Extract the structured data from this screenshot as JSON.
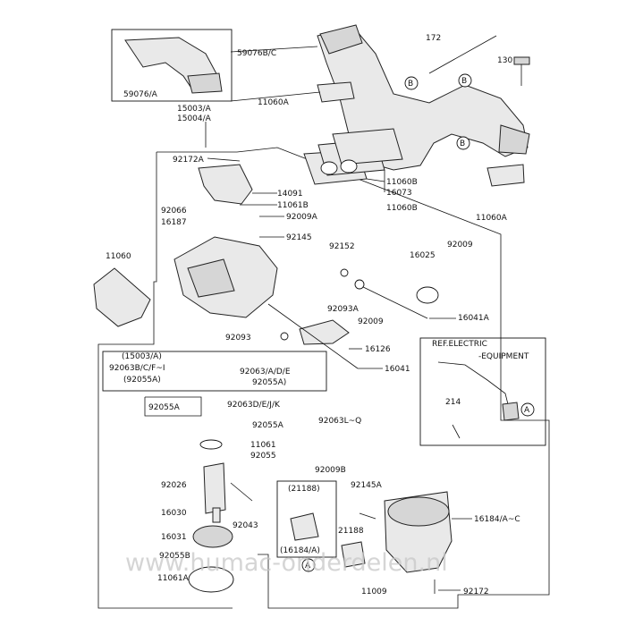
{
  "labels": {
    "p59076bc": "59076B/C",
    "p172": "172",
    "p130": "130",
    "p11060a_top": "11060A",
    "p59076a": "59076/A",
    "p15003a": "15003/A",
    "p15004a": "15004/A",
    "p92172a": "92172A",
    "p14091": "14091",
    "p11061b": "11061B",
    "p92066": "92066",
    "p92009a": "92009A",
    "p16187": "16187",
    "p92145": "92145",
    "p11060b": "11060B",
    "p16073": "16073",
    "p11060b2": "11060B",
    "p11060a_right": "11060A",
    "p11060": "11060",
    "p92152": "92152",
    "p16025": "16025",
    "p92009_r": "92009",
    "p92093a": "92093A",
    "p92009_m": "92009",
    "p16041a": "16041A",
    "p92093": "92093",
    "p16126": "16126",
    "p16041": "16041",
    "p15003a_paren": "(15003/A)",
    "p92063bcfi": "92063B/C/F~I",
    "p92055a_paren": "(92055A)",
    "p92063ade": "92063/A/D/E",
    "p92055a_r": "92055A)",
    "p92055a_l": "92055A",
    "p92063dejk": "92063D/E/J/K",
    "p92055a_2": "92055A",
    "p92063lq": "92063L~Q",
    "p11061": "11061",
    "p92055": "92055",
    "p92026": "92026",
    "p16030": "16030",
    "p92043": "92043",
    "p16031": "16031",
    "p92055b": "92055B",
    "p11061a": "11061A",
    "ref_electric": "REF.ELECTRIC",
    "equipment": "-EQUIPMENT",
    "p214": "214",
    "p92009b": "92009B",
    "p21188_paren": "(21188)",
    "p92145a": "92145A",
    "p21188": "21188",
    "p16184_paren": "(16184/A)",
    "p16184ac": "16184/A~C",
    "p11009": "11009",
    "p92172": "92172"
  },
  "callouts": {
    "b": "B",
    "a": "A"
  },
  "watermark": "www.humac-onderdelen.nl",
  "colors": {
    "line": "#111111",
    "part_fill": "#e9e9e9",
    "watermark": "#c8c8c8"
  }
}
